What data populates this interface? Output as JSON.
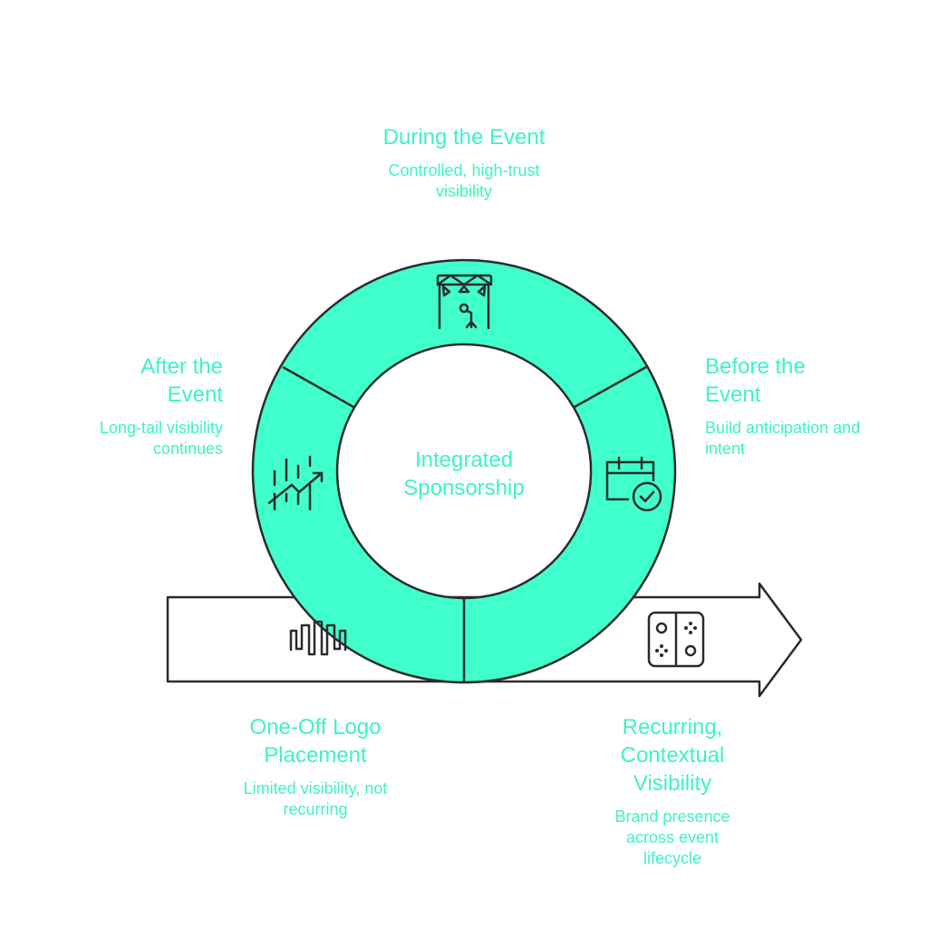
{
  "colors": {
    "ring_fill": "#40ffcc",
    "text": "#3ff2c6",
    "stroke": "#2b2b2b"
  },
  "center_label": "Integrated Sponsorship",
  "stages": [
    {
      "title": "During the Event",
      "description": "Controlled, high-trust visibility",
      "icon": "stage-spotlight-icon"
    },
    {
      "title": "Before the Event",
      "description": "Build anticipation and intent",
      "icon": "calendar-check-icon"
    },
    {
      "title": "After the Event",
      "description": "Long-tail visibility continues",
      "icon": "growth-chart-icon"
    }
  ],
  "arrow": {
    "left": {
      "title": "One-Off Logo Placement",
      "description": "Limited visibility, not recurring",
      "icon": "signal-wave-icon"
    },
    "right": {
      "title": "Recurring, Contextual Visibility",
      "description": "Brand presence across event lifecycle",
      "icon": "game-controller-icon"
    }
  }
}
